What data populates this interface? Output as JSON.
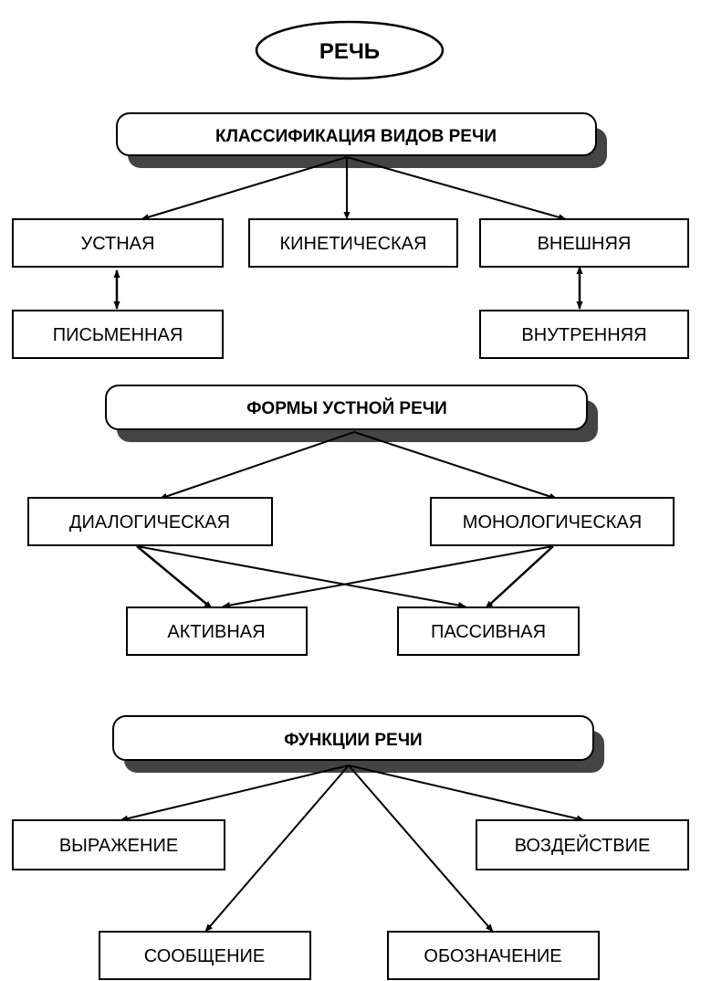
{
  "title": "РЕЧЬ",
  "sections": {
    "classification": {
      "header": "КЛАССИФИКАЦИЯ ВИДОВ РЕЧИ",
      "nodes": {
        "oral": "УСТНАЯ",
        "kinetic": "КИНЕТИЧЕСКАЯ",
        "external": "ВНЕШНЯЯ",
        "written": "ПИСЬМЕННАЯ",
        "internal": "ВНУТРЕННЯЯ"
      }
    },
    "oral_forms": {
      "header": "ФОРМЫ УСТНОЙ РЕЧИ",
      "nodes": {
        "dialogic": "ДИАЛОГИЧЕСКАЯ",
        "monologic": "МОНОЛОГИЧЕСКАЯ",
        "active": "АКТИВНАЯ",
        "passive": "ПАССИВНАЯ"
      }
    },
    "functions": {
      "header": "ФУНКЦИИ РЕЧИ",
      "nodes": {
        "expression": "ВЫРАЖЕНИЕ",
        "influence": "ВОЗДЕЙСТВИЕ",
        "message": "СООБЩЕНИЕ",
        "designation": "ОБОЗНАЧЕНИЕ"
      }
    }
  }
}
